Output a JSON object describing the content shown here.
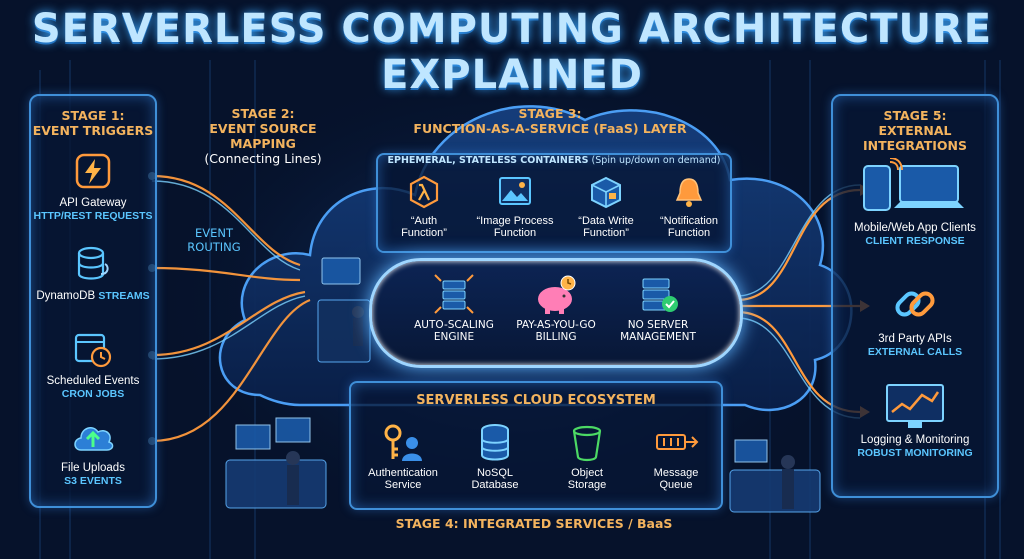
{
  "title": "SERVERLESS COMPUTING ARCHITECTURE EXPLAINED",
  "stage1": {
    "heading_line1": "STAGE 1:",
    "heading_line2": "EVENT TRIGGERS",
    "items": [
      {
        "label": "API Gateway",
        "sub": "HTTP/REST REQUESTS",
        "icon": "lightning-icon"
      },
      {
        "label": "DynamoDB",
        "sub": "STREAMS",
        "icon": "database-icon"
      },
      {
        "label": "Scheduled Events",
        "sub": "CRON JOBS",
        "icon": "calendar-clock-icon"
      },
      {
        "label": "File Uploads",
        "sub": "S3 EVENTS",
        "icon": "cloud-upload-icon"
      }
    ]
  },
  "stage2": {
    "heading_line1": "STAGE 2:",
    "heading_line2": "EVENT SOURCE MAPPING",
    "heading_line3": "(Connecting Lines)",
    "routing_line1": "EVENT",
    "routing_line2": "ROUTING"
  },
  "stage3": {
    "heading_line1": "STAGE 3:",
    "heading_line2": "FUNCTION-AS-A-SERVICE (FaaS) LAYER",
    "containers_note": "EPHEMERAL, STATELESS CONTAINERS",
    "containers_note_small": "(Spin up/down on demand)",
    "functions": [
      {
        "line1": "“Auth",
        "line2": "Function”",
        "icon": "lambda-icon"
      },
      {
        "line1": "“Image Process",
        "line2": "Function",
        "icon": "image-icon"
      },
      {
        "line1": "“Data Write",
        "line2": "Function”",
        "icon": "box-icon"
      },
      {
        "line1": "“Notification",
        "line2": "Function",
        "icon": "bell-icon"
      }
    ],
    "features": [
      {
        "line1": "AUTO-SCALING",
        "line2": "ENGINE",
        "icon": "server-rack-icon"
      },
      {
        "line1": "PAY-AS-YOU-GO",
        "line2": "BILLING",
        "icon": "piggy-bank-icon"
      },
      {
        "line1": "NO SERVER",
        "line2": "MANAGEMENT",
        "icon": "server-check-icon"
      }
    ]
  },
  "stage4": {
    "heading": "SERVERLESS CLOUD ECOSYSTEM",
    "footer": "STAGE 4: INTEGRATED SERVICES / BaaS",
    "services": [
      {
        "line1": "Authentication",
        "line2": "Service",
        "icon": "key-user-icon"
      },
      {
        "line1": "NoSQL",
        "line2": "Database",
        "icon": "database-icon"
      },
      {
        "line1": "Object",
        "line2": "Storage",
        "icon": "bucket-icon"
      },
      {
        "line1": "Message",
        "line2": "Queue",
        "icon": "queue-icon"
      }
    ]
  },
  "stage5": {
    "heading_line1": "STAGE 5:",
    "heading_line2": "EXTERNAL INTEGRATIONS",
    "items": [
      {
        "label": "Mobile/Web App Clients",
        "sub": "CLIENT RESPONSE",
        "icon": "devices-icon"
      },
      {
        "label": "3rd Party APIs",
        "sub": "EXTERNAL CALLS",
        "icon": "chain-link-icon"
      },
      {
        "label": "Logging & Monitoring",
        "sub": "ROBUST MONITORING",
        "icon": "monitor-chart-icon"
      }
    ]
  },
  "colors": {
    "background": "#06122b",
    "panel_border": "#3f8fd8",
    "heading": "#f3b35e",
    "accent": "#5bc6ff",
    "line": "#ff9a3c"
  }
}
